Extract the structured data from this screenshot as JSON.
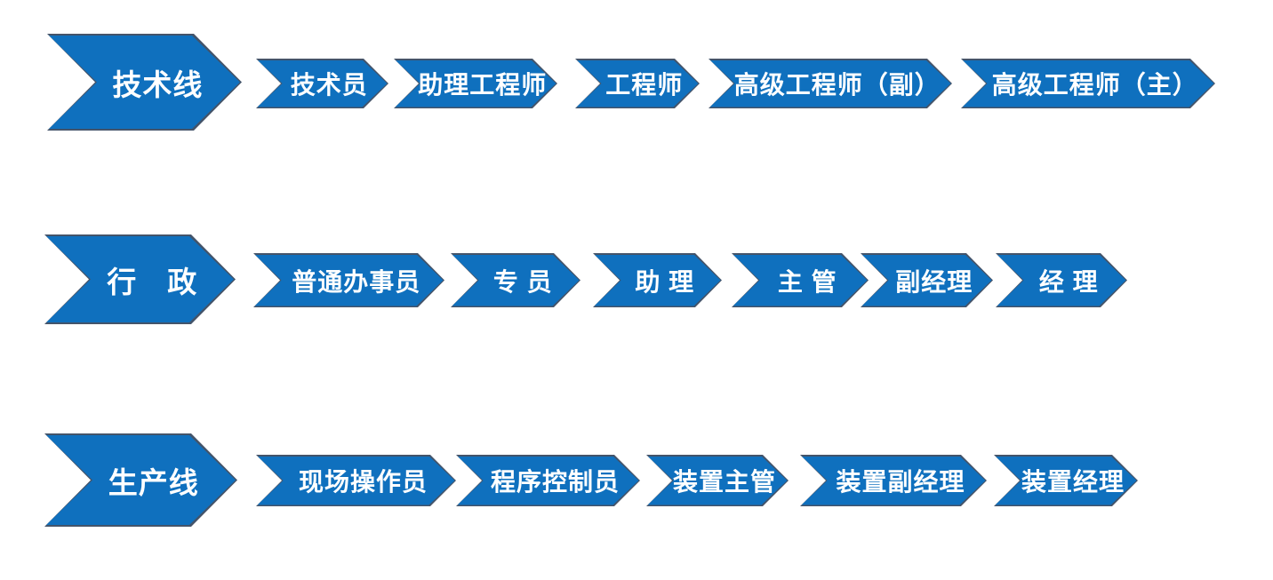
{
  "colors": {
    "page_background": "#FFFFFF",
    "chevron_fill": "#0F70BE",
    "chevron_border": "#44546A",
    "label_text": "#FFFFFF"
  },
  "tracks": [
    {
      "name": "技术线",
      "stages": [
        "技术员",
        "助理工程师",
        "工程师",
        "高级工程师（副）",
        "高级工程师（主）"
      ]
    },
    {
      "name": "行　政",
      "stages": [
        "普通办事员",
        "专 员",
        "助 理",
        "主 管",
        "副经理",
        "经 理"
      ]
    },
    {
      "name": "生产线",
      "stages": [
        "现场操作员",
        "程序控制员",
        "装置主管",
        "装置副经理",
        "装置经理"
      ]
    }
  ]
}
